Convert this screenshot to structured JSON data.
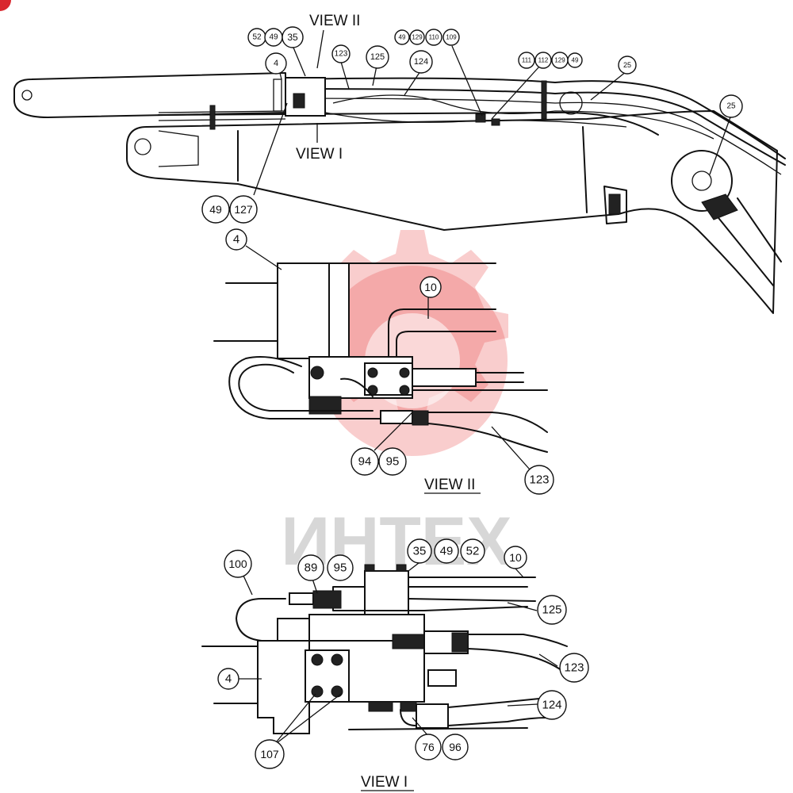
{
  "watermark": {
    "text": "ИНТЕХ",
    "color": "#e84a4a"
  },
  "corner_marker_color": "#d9272e",
  "views": {
    "view2_top": "VIEW II",
    "view1_top": "VIEW I",
    "view2_caption": "VIEW II",
    "view1_caption": "VIEW I"
  },
  "callouts": {
    "top": [
      "52",
      "49",
      "35",
      "4",
      "123",
      "125",
      "124",
      "49",
      "129",
      "110",
      "109",
      "111",
      "112",
      "129",
      "49",
      "25",
      "25",
      "49",
      "127"
    ],
    "view2": [
      "4",
      "10",
      "94",
      "95",
      "123"
    ],
    "view1": [
      "100",
      "89",
      "95",
      "35",
      "49",
      "52",
      "10",
      "125",
      "123",
      "4",
      "124",
      "107",
      "76",
      "96"
    ]
  }
}
